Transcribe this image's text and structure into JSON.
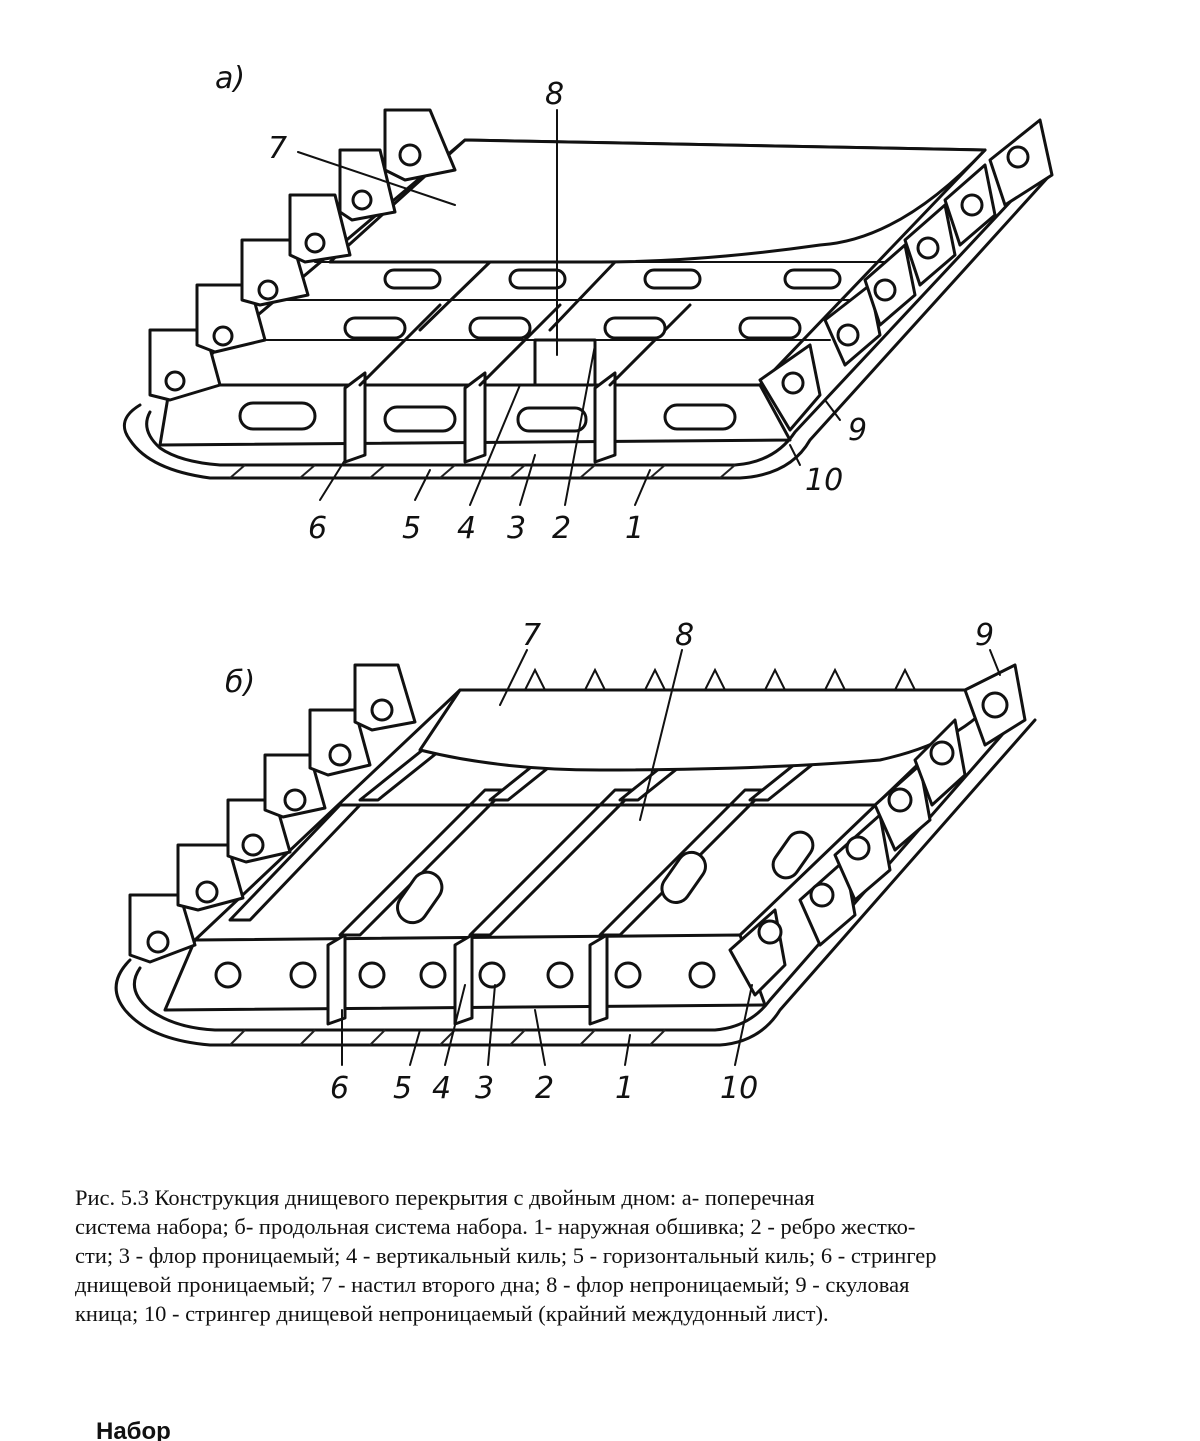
{
  "figure_a": {
    "panel_label": "а)",
    "callouts": [
      "1",
      "2",
      "3",
      "4",
      "5",
      "6",
      "7",
      "8",
      "9",
      "10"
    ]
  },
  "figure_b": {
    "panel_label": "б)",
    "callouts": [
      "1",
      "2",
      "3",
      "4",
      "5",
      "6",
      "7",
      "8",
      "9",
      "10"
    ]
  },
  "caption": {
    "line1": "Рис. 5.3 Конструкция днищевого перекрытия с двойным дном: а- поперечная",
    "line2": "система набора; б- продольная система набора. 1- наружная обшивка; 2 - ребро жестко-",
    "line3": "сти; 3 - флор проницаемый; 4 - вертикальный киль; 5 - горизонтальный киль; 6 - стрингер",
    "line4": "днищевой проницаемый; 7 - настил второго дна; 8 - флор непроницаемый; 9 - скуловая",
    "line5": "кница; 10 - стрингер днищевой непроницаемый (крайний междудонный лист)."
  },
  "footer_fragment": "Набор"
}
